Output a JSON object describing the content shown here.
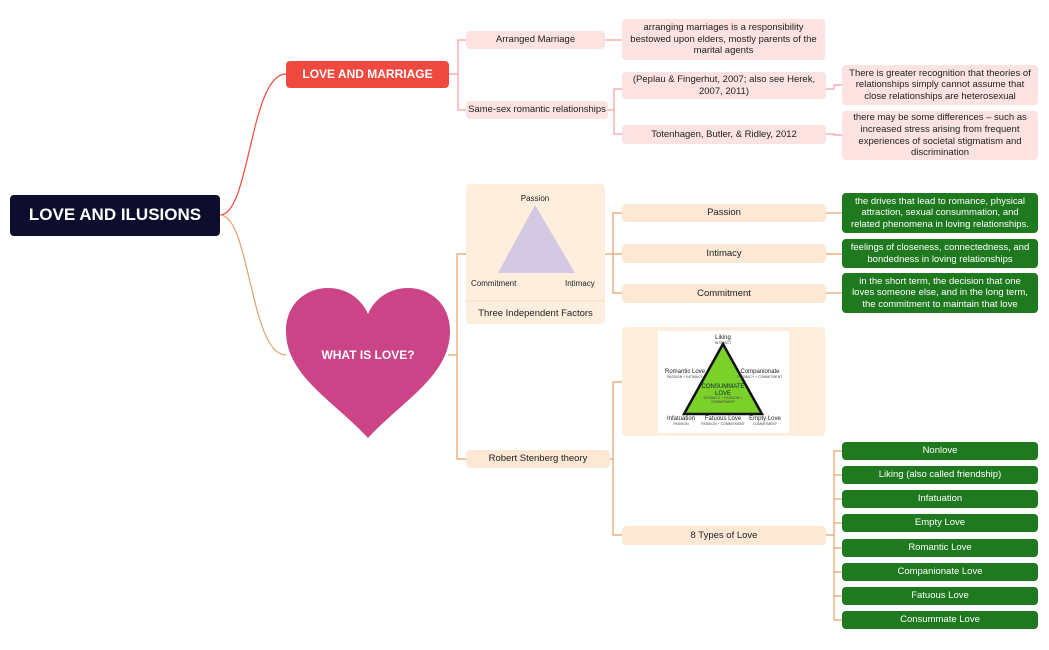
{
  "root": "LOVE AND ILUSIONS",
  "love_marriage": {
    "title": "LOVE AND MARRIAGE",
    "arranged": {
      "label": "Arranged Marriage",
      "note": "arranging marriages is a responsibility bestowed upon elders, mostly parents of the marital agents"
    },
    "same_sex": {
      "label": "Same-sex romantic relationships",
      "refs": [
        {
          "label": "(Peplau & Fingerhut, 2007; also see Herek, 2007, 2011)",
          "note": "There is greater recognition that theories of relationships simply cannot assume that close relationships are heterosexual"
        },
        {
          "label": "Totenhagen, Butler, & Ridley, 2012",
          "note": "there may be some differences – such as increased stress arising from frequent experiences of societal stigmatism and discrimination"
        }
      ]
    }
  },
  "what_is_love": {
    "title": "WHAT IS LOVE?",
    "factors": {
      "caption": "Three Independent Factors",
      "triangle": {
        "top": "Passion",
        "left": "Commitment",
        "right": "Intimacy"
      },
      "items": [
        {
          "label": "Passion",
          "note": "the drives that lead to romance, physical attraction, sexual consummation, and related phenomena in loving relationships."
        },
        {
          "label": "Intimacy",
          "note": "feelings of closeness, connectedness, and bondedness in loving relationships"
        },
        {
          "label": "Commitment",
          "note": "in the short term, the decision that one loves someone else, and in the long term, the commitment to maintain that love"
        }
      ]
    },
    "sternberg": {
      "label": "Robert Stenberg theory",
      "diagram": {
        "top": "Liking",
        "top_sub": "INTIMACY",
        "mid_left": "Romantic Love",
        "mid_left_sub": "PASSION + INTIMACY",
        "mid_right": "Companionate",
        "mid_right_sub": "INTIMACY + COMMITMENT",
        "center": "CONSUMMATE LOVE",
        "center_sub": "INTIMACY + PASSION + COMMITMENT",
        "bottom_left": "Infatuation",
        "bottom_left_sub": "PASSION",
        "bottom_mid": "Fatuous Love",
        "bottom_mid_sub": "PASSION + COMMITMENT",
        "bottom_right": "Empty Love",
        "bottom_right_sub": "COMMITMENT"
      },
      "types_label": "8 Types of Love",
      "types": [
        "Nonlove",
        "Liking (also called friendship)",
        "Infatuation",
        "Empty Love",
        "Romantic Love",
        "Companionate Love",
        "Fatuous Love",
        "Consummate Love"
      ]
    }
  },
  "colors": {
    "root": "#0e0e2c",
    "red": "#f04a40",
    "heart": "#cc4488",
    "green": "#1f7a1f",
    "pink": "#fde2e2",
    "peach": "#fde8d6"
  }
}
